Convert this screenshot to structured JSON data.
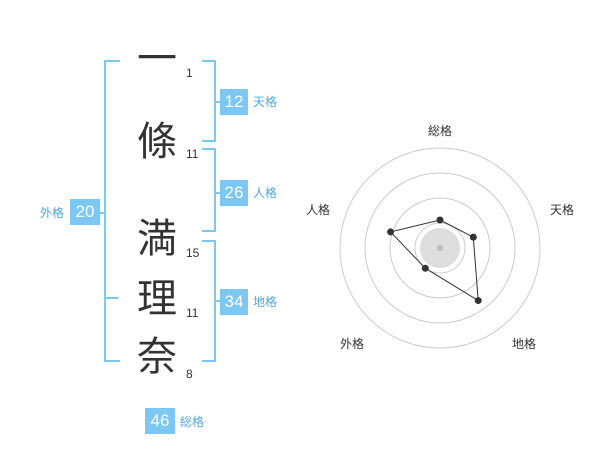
{
  "name": {
    "characters": [
      {
        "char": "一",
        "strokes": "1"
      },
      {
        "char": "條",
        "strokes": "11"
      },
      {
        "char": "満",
        "strokes": "15"
      },
      {
        "char": "理",
        "strokes": "11"
      },
      {
        "char": "奈",
        "strokes": "8"
      }
    ]
  },
  "kaku": {
    "tenkaku": {
      "value": "12",
      "label": "天格"
    },
    "jinkaku": {
      "value": "26",
      "label": "人格"
    },
    "chikaku": {
      "value": "34",
      "label": "地格"
    },
    "gaikaku": {
      "value": "20",
      "label": "外格"
    },
    "soukaku": {
      "value": "46",
      "label": "総格"
    }
  },
  "radar": {
    "axes": [
      "総格",
      "天格",
      "地格",
      "外格",
      "人格"
    ],
    "values": [
      0.28,
      0.35,
      0.65,
      0.25,
      0.52
    ],
    "line_color": "#333333",
    "center_fill": "#dddddd",
    "ring_color": "#cccccc"
  },
  "colors": {
    "accent": "#7cc7f4",
    "accent_text": "#4fa8e3"
  }
}
